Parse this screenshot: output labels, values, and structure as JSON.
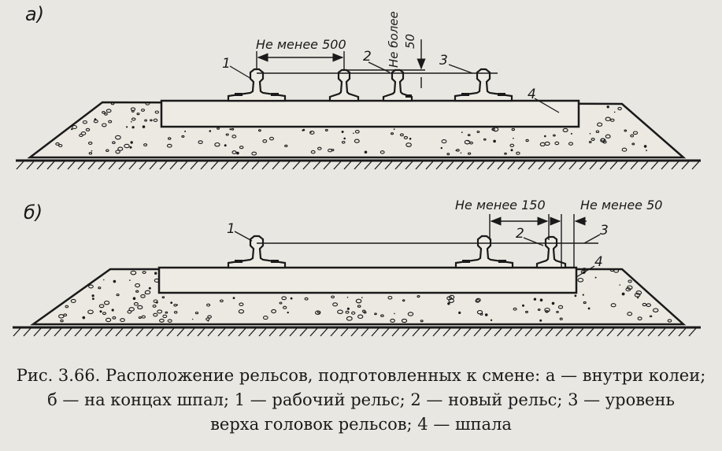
{
  "figure": {
    "panel_a": {
      "label": "а)",
      "dim_1": "Не менее 500",
      "dim_2": "Не более",
      "dim_2_value": "50",
      "callouts": [
        "1",
        "2",
        "3",
        "4"
      ]
    },
    "panel_b": {
      "label": "б)",
      "dim_1": "Не менее 150",
      "dim_2": "Не менее 50",
      "callouts": [
        "1",
        "2",
        "3",
        "4"
      ]
    }
  },
  "caption": {
    "line1": "Рис. 3.66. Расположение рельсов, подготовленных к смене: а — внутри колеи;",
    "line2": "б — на концах шпал; 1 — рабочий рельс; 2 — новый рельс; 3 — уровень",
    "line3": "верха головок рельсов; 4 — шпала"
  },
  "colors": {
    "paper": "#e9e7e1",
    "ink": "#1a1a1a"
  }
}
